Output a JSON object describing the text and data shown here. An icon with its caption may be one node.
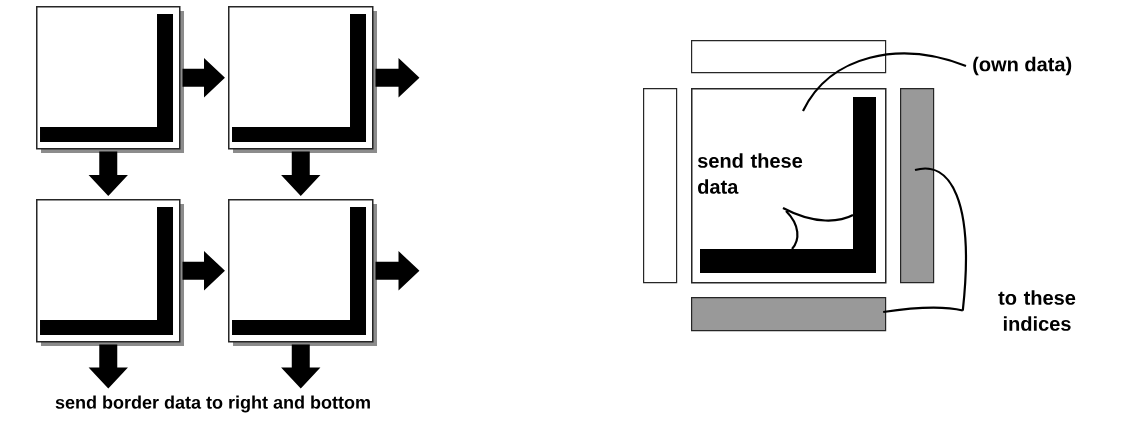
{
  "diagram": {
    "nodes": [
      {
        "text": [],
        "shape": "box"
      },
      {
        "text": [],
        "shape": "box"
      },
      {
        "text": [],
        "shape": "box"
      },
      {
        "text": [],
        "shape": "box"
      },
      {
        "text": [],
        "shape": "bar"
      },
      {
        "text": [],
        "shape": "bar"
      },
      {
        "text": [],
        "shape": "box"
      },
      {
        "text": [],
        "shape": "bar",
        "in": 6
      },
      {
        "text": [],
        "shape": "bar"
      },
      {
        "text": [],
        "shape": "bar"
      },
      {
        "text": [
          "(own data)"
        ]
      },
      {
        "text": [
          "send these data"
        ],
        "in": 6
      },
      {
        "text": [
          "to these indices"
        ]
      }
    ],
    "edges": [
      {
        "from": 0,
        "to": 1,
        "arrow": "to"
      },
      {
        "from": 1,
        "to": null,
        "arrow": "to"
      },
      {
        "from": 0,
        "to": 2,
        "arrow": "to"
      },
      {
        "from": 1,
        "to": 3,
        "arrow": "to"
      },
      {
        "from": 2,
        "to": 3,
        "arrow": "to"
      },
      {
        "from": 3,
        "to": null,
        "arrow": "to"
      },
      {
        "from": 2,
        "to": null,
        "arrow": "to"
      },
      {
        "from": 3,
        "to": null,
        "arrow": "to"
      },
      {
        "from": 10,
        "to": 6,
        "arrow": "none"
      },
      {
        "from": 11,
        "to": 7,
        "arrow": "none"
      },
      {
        "from": 12,
        "to": 8,
        "arrow": "none"
      },
      {
        "from": 12,
        "to": 9,
        "arrow": "none"
      }
    ],
    "labels": [
      "send border data to right and bottom"
    ]
  }
}
